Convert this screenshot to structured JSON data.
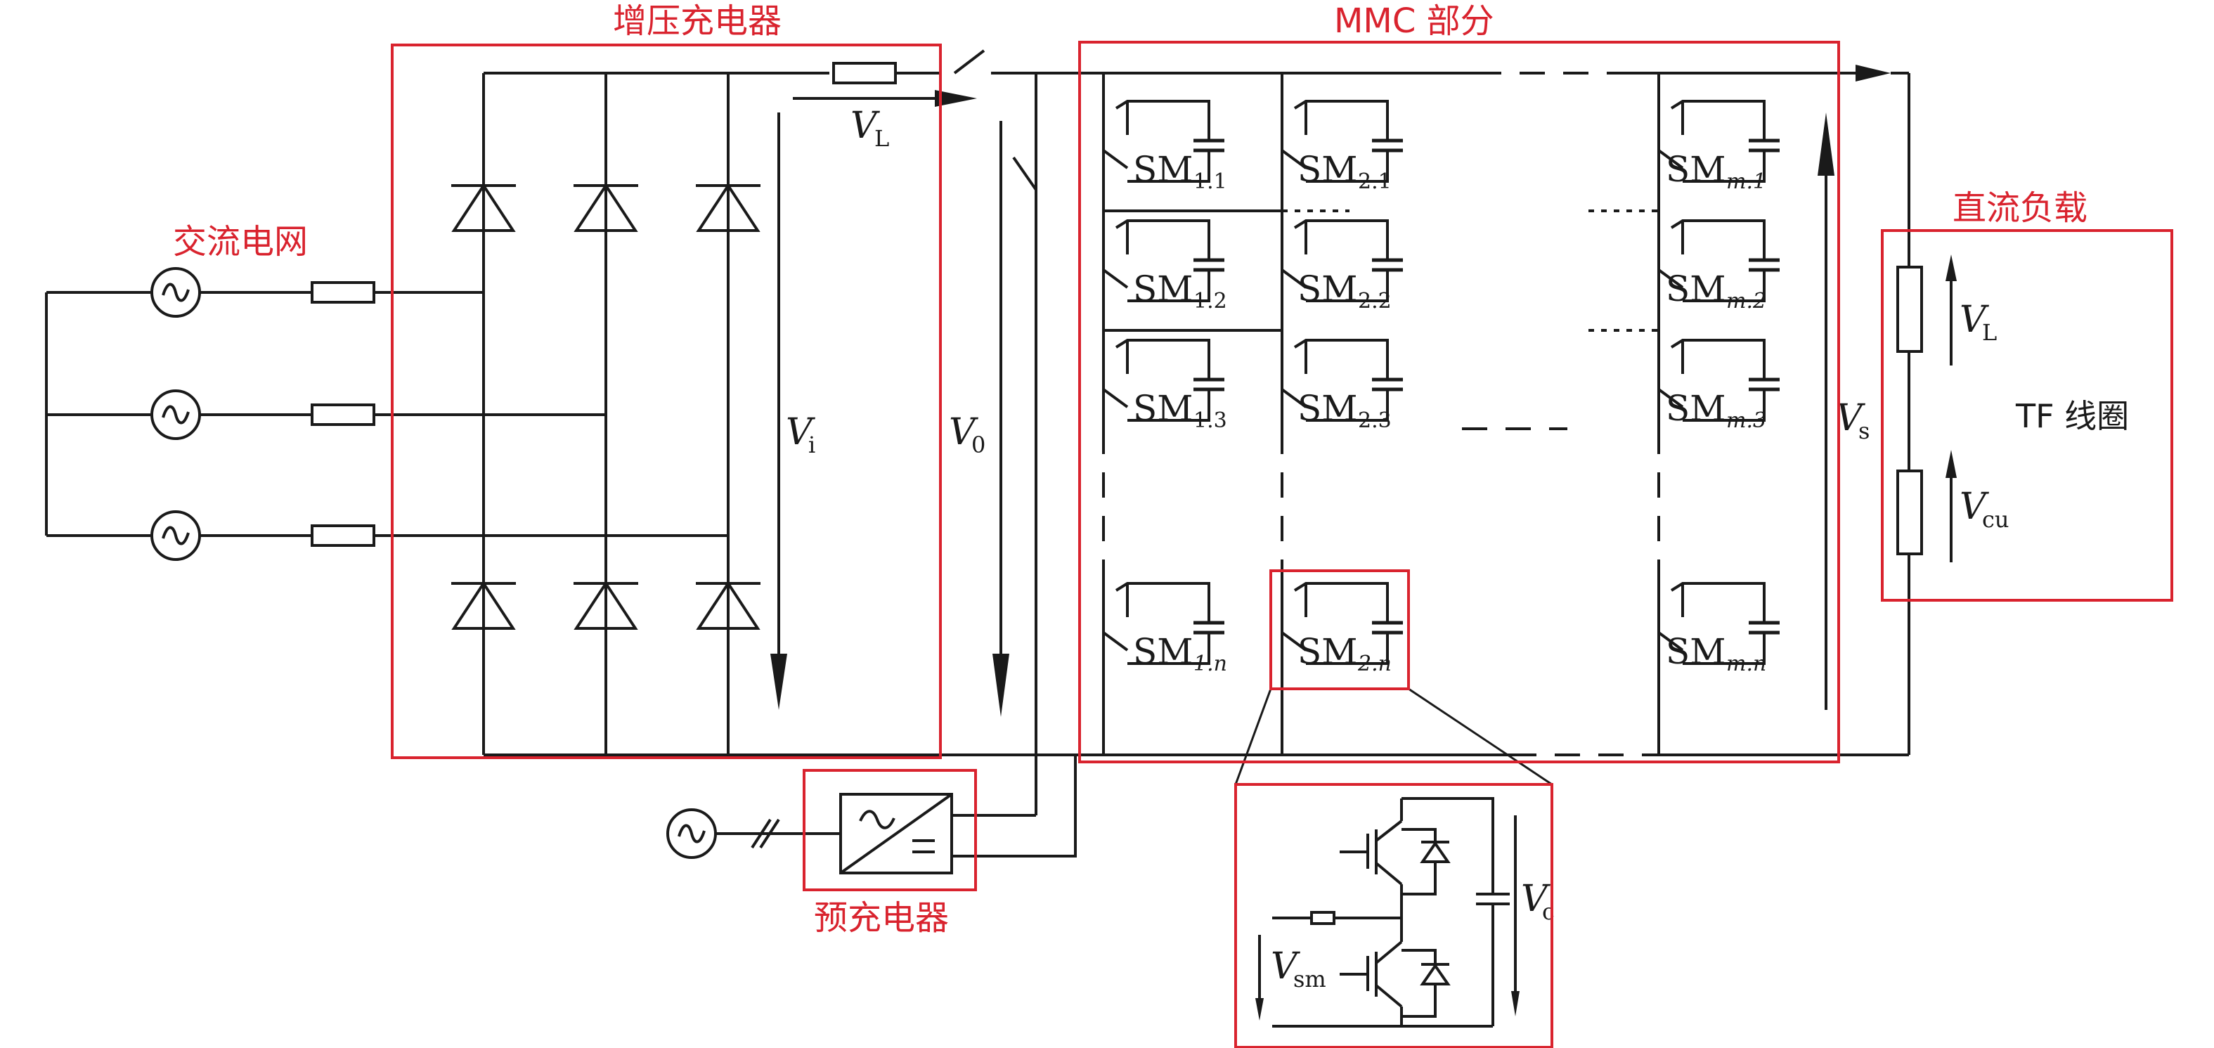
{
  "labels": {
    "boost_charger": "增压充电器",
    "mmc_part": "MMC 部分",
    "ac_grid": "交流电网",
    "dc_load": "直流负载",
    "precharger": "预充电器",
    "tf_coil": "TF 线圈"
  },
  "voltages": {
    "VL_main": "V",
    "VL_main_sub": "L",
    "Vi": "V",
    "Vi_sub": "i",
    "V0": "V",
    "V0_sub": "0",
    "Vs": "V",
    "Vs_sub": "s",
    "VL_load": "V",
    "VL_load_sub": "L",
    "Vcu": "V",
    "Vcu_sub": "cu",
    "Vc": "V",
    "Vc_sub": "c",
    "Vsm": "V",
    "Vsm_sub": "sm"
  },
  "submodules": {
    "prefix": "SM",
    "col1": [
      "1.1",
      "1.2",
      "1.3",
      "1.n"
    ],
    "col2": [
      "2.1",
      "2.2",
      "2.3",
      "2.n"
    ],
    "colm": [
      "m.1",
      "m.2",
      "m.3",
      "m.n"
    ]
  },
  "colors": {
    "box": "#d9232e",
    "wire": "#1a1a1a"
  }
}
